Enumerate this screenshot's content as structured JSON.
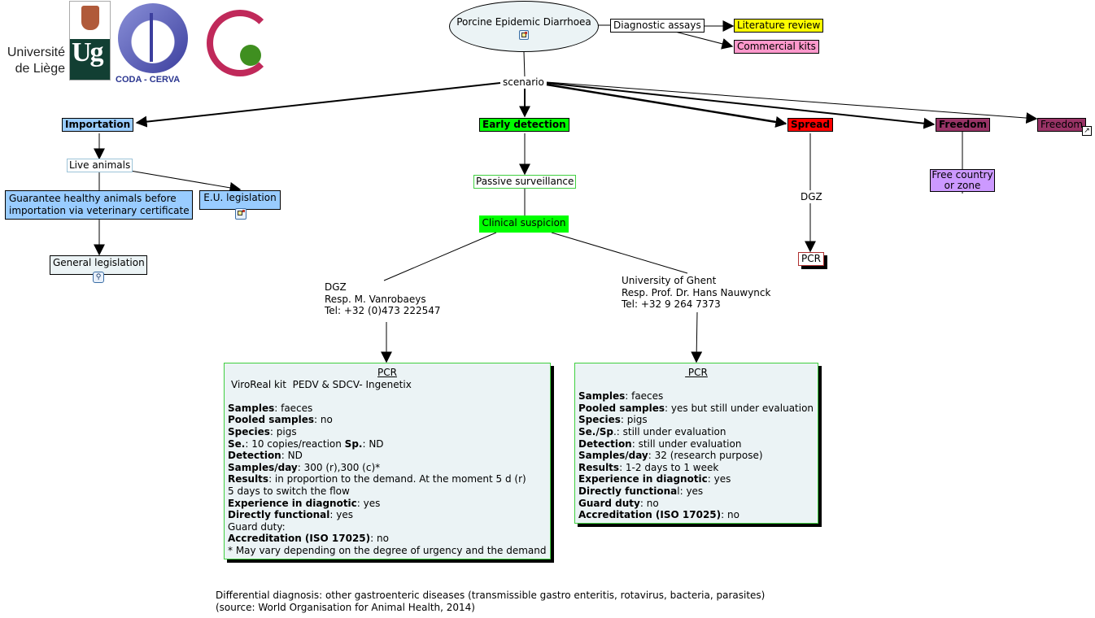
{
  "colors": {
    "importation": "#99ccff",
    "early_detection": "#00ff00",
    "spread": "#ff0000",
    "freedom": "#993366",
    "free_country": "#cc99ff",
    "literature_review": "#ffff00",
    "commercial_kits": "#ff99cc",
    "root_ellipse": "#ebf3f5",
    "infobox_bg": "#ebf3f5"
  },
  "logos": {
    "ulg_text_line1": "Université",
    "ulg_text_line2": "de Liège",
    "ulg_mark": "Ug",
    "coda_text": "CODA - CERVA"
  },
  "nodes": {
    "root": {
      "label": "Porcine Epidemic Diarrhoea",
      "icon": "document-icon"
    },
    "diagnostic_assays": "Diagnostic assays",
    "literature_review": "Literature review",
    "commercial_kits": "Commercial kits",
    "scenario": "scenario",
    "importation": "Importation",
    "early_detection": "Early detection",
    "spread": "Spread",
    "freedom": "Freedom",
    "freedom_link": {
      "label": "Freedom",
      "icon": "shortcut-arrow-icon"
    },
    "live_animals": "Live animals",
    "guarantee_line1": "Guarantee healthy animals before",
    "guarantee_line2": "importation via veterinary certificate",
    "eu_legislation": {
      "label": "E.U. legislation",
      "icon": "document-icon"
    },
    "general_legislation": {
      "label": "General legislation",
      "icon": "concept-map-icon"
    },
    "passive_surveillance": "Passive surveillance",
    "clinical_suspicion": "Clinical suspicion",
    "spread_dgz": "DGZ",
    "spread_pcr": "PCR",
    "free_country_line1": "Free country",
    "free_country_line2": "or zone",
    "dgz_contact": {
      "line1": "DGZ",
      "line2": "Resp. M. Vanrobaeys",
      "line3": "Tel: +32 (0)473 222547"
    },
    "ghent_contact": {
      "line1": "University of Ghent",
      "line2": "Resp. Prof. Dr. Hans Nauwynck",
      "line3": "Tel: +32 9 264 7373"
    }
  },
  "dgz_pcr": {
    "title": "PCR",
    "subtitle": "ViroReal kit  PEDV & SDCV- Ingenetix",
    "rows": [
      {
        "label": "Samples",
        "value": ": faeces"
      },
      {
        "label": "Pooled samples",
        "value": ": no"
      },
      {
        "label": "Species",
        "value": ": pigs"
      },
      {
        "label": "Se.",
        "value": ": 10 copies/reaction ",
        "label2": "Sp.",
        "value2": ": ND"
      },
      {
        "label": "Detection",
        "value": ": ND"
      },
      {
        "label": "Samples/day",
        "value": ": 300 (r),300 (c)*"
      },
      {
        "label": "Results",
        "value": ": in proportion to the demand. At the moment 5 d (r)"
      },
      {
        "label": "",
        "value": "5 days to switch the flow"
      },
      {
        "label": "Experience in diagnotic",
        "value": ": yes"
      },
      {
        "label": "Directly functional",
        "value": ": yes"
      },
      {
        "label": "",
        "value": "Guard duty:"
      },
      {
        "label": "Accreditation (ISO 17025)",
        "value": ": no"
      },
      {
        "label": "",
        "value": "* May vary depending on the degree of urgency and the demand"
      }
    ]
  },
  "ghent_pcr": {
    "title": " PCR",
    "rows": [
      {
        "label": "Samples",
        "value": ": faeces"
      },
      {
        "label": "Pooled samples",
        "value": ": yes but still under evaluation"
      },
      {
        "label": "Species",
        "value": ": pigs"
      },
      {
        "label": "Se./Sp",
        "value": ".: still under evaluation"
      },
      {
        "label": "Detection",
        "value": ": still under evaluation"
      },
      {
        "label": "Samples/day",
        "value": ": 32 (research purpose)"
      },
      {
        "label": "Results",
        "value": ": 1-2 days to 1 week"
      },
      {
        "label": "Experience in diagnotic",
        "value": ": yes"
      },
      {
        "label": "Directly functiona",
        "value": "l: yes"
      },
      {
        "label": "Guard duty",
        "value": ": no"
      },
      {
        "label": "Accreditation (ISO 17025)",
        "value": ": no"
      }
    ]
  },
  "footer": {
    "line1": "Differential diagnosis: other gastroenteric diseases (transmissible gastro enteritis, rotavirus, bacteria, parasites)",
    "line2": "(source: World Organisation for Animal Health, 2014)"
  }
}
